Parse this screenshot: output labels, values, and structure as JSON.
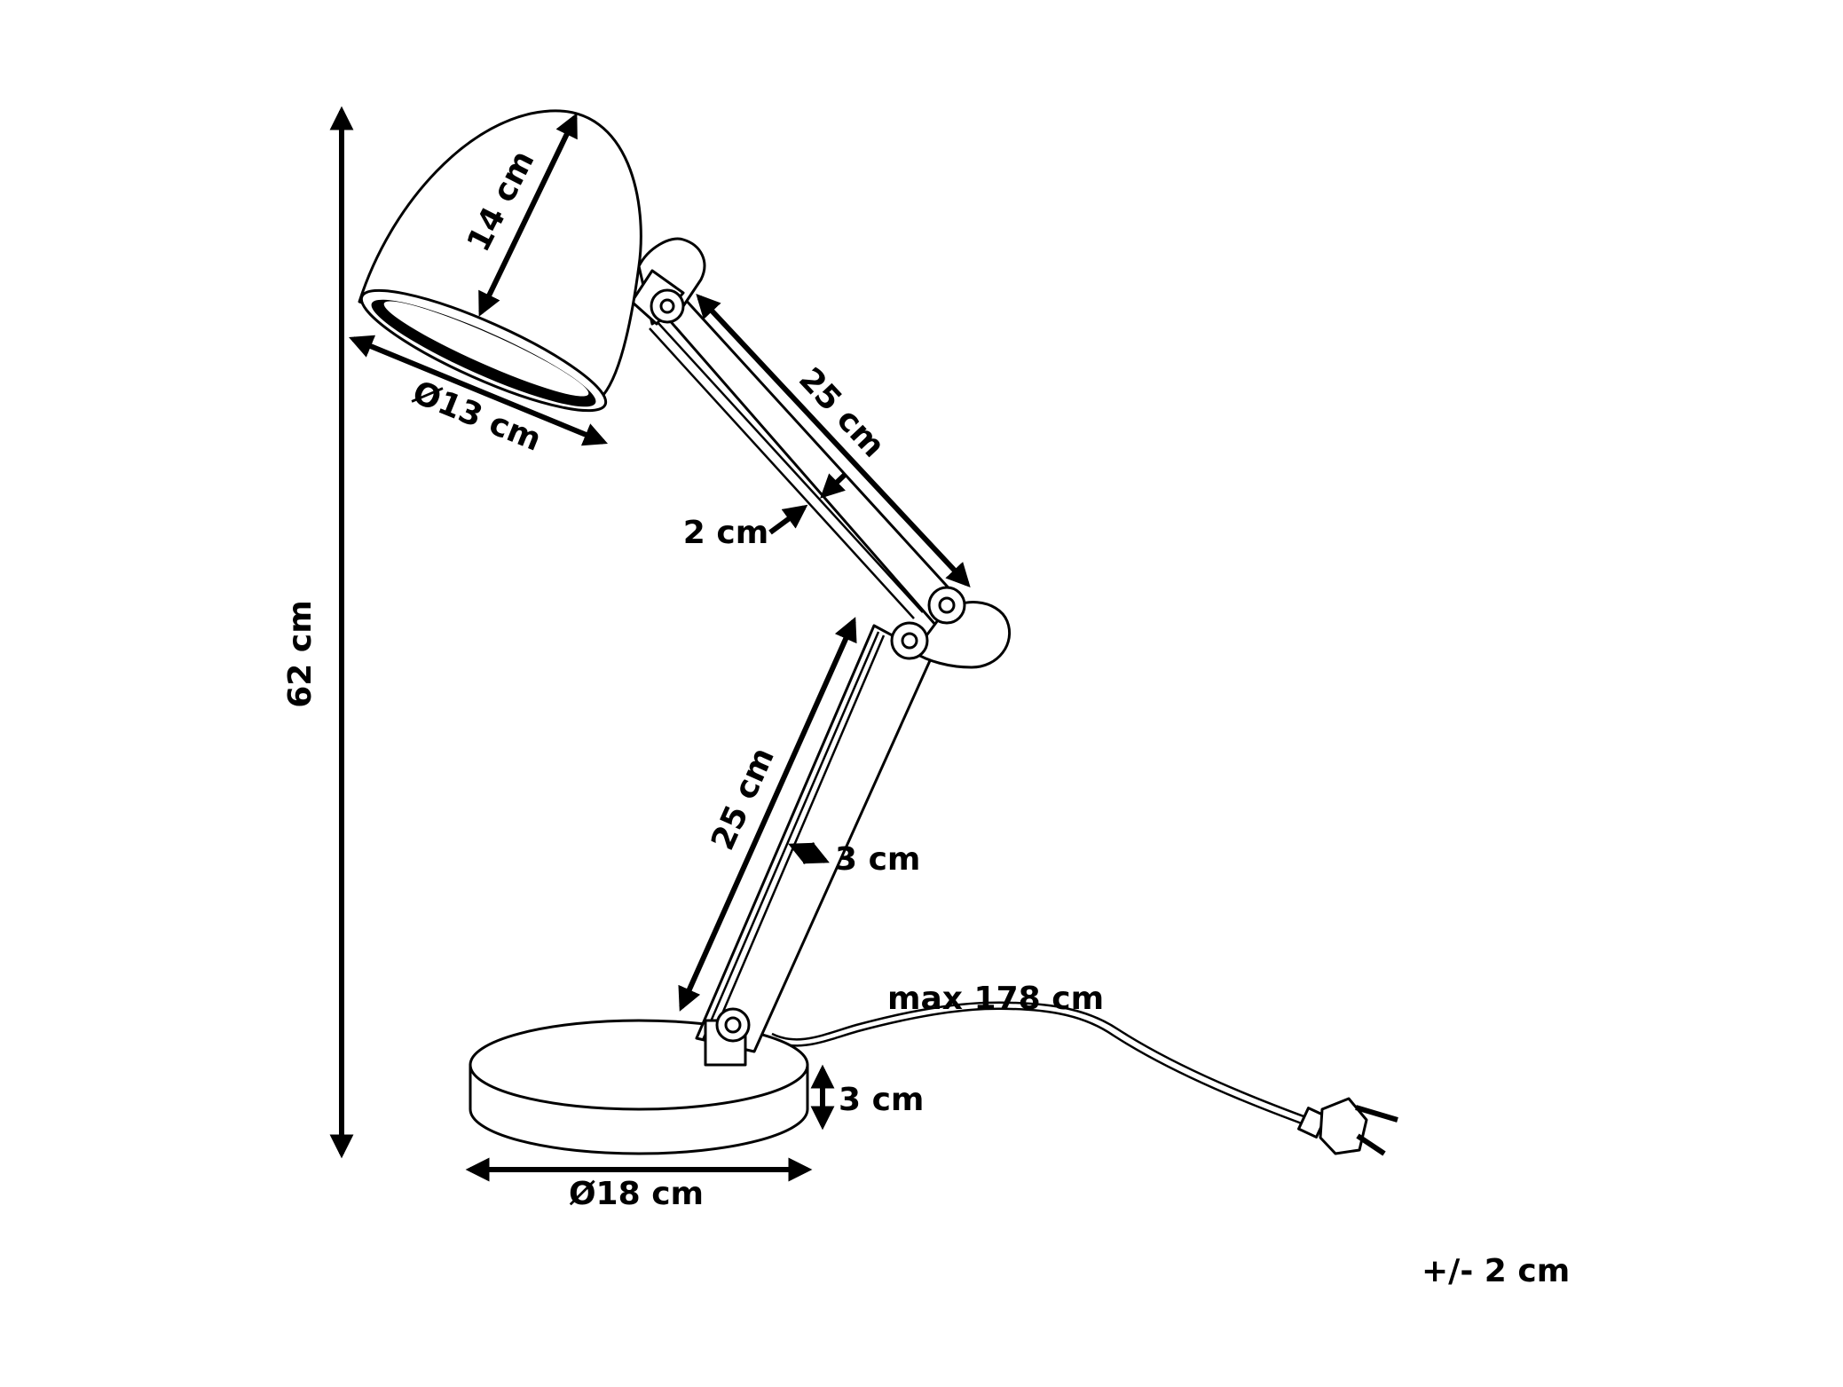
{
  "diagram": {
    "line_color": "#000000",
    "background": "#ffffff",
    "labels": {
      "height_total": "62 cm",
      "shade_height": "14 cm",
      "shade_diameter": "Ø13 cm",
      "upper_arm_length": "25 cm",
      "upper_arm_width": "2 cm",
      "lower_arm_length": "25 cm",
      "lower_arm_width": "3 cm",
      "cable_length": "max 178 cm",
      "base_height": "3 cm",
      "base_diameter": "Ø18 cm",
      "tolerance": "+/- 2 cm"
    }
  }
}
